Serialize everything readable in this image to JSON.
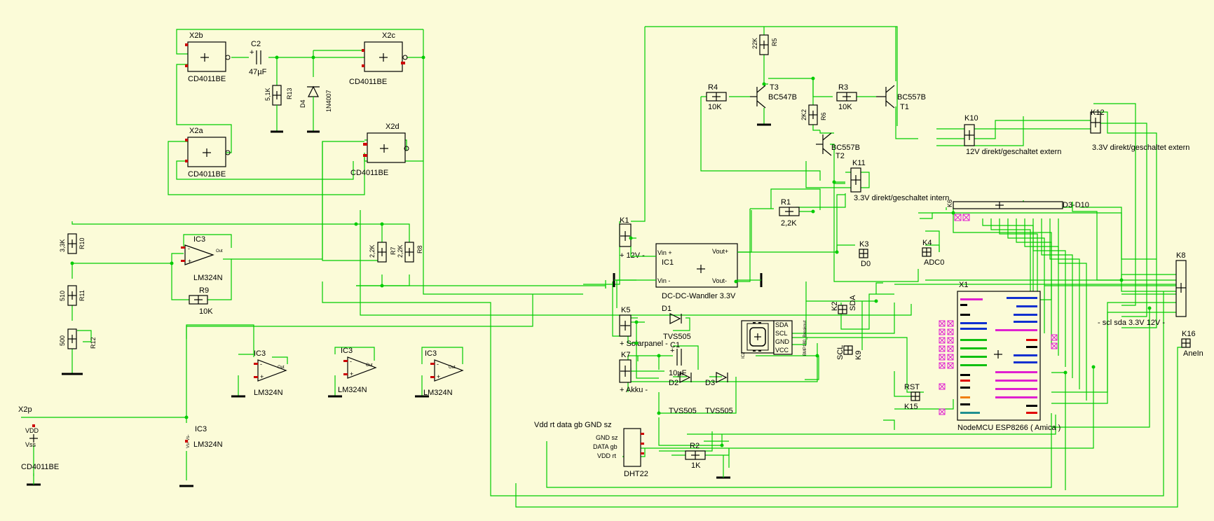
{
  "colors": {
    "background": "#fbfbd8",
    "wire": "#00cc00",
    "component": "#000000",
    "pin": "#cc0000",
    "magenta": "#e020d0",
    "blue": "#1030d0",
    "green": "#10c010",
    "orange": "#f08010",
    "teal": "#209090",
    "red": "#e00000"
  },
  "labels": {
    "x2b": "X2b",
    "x2b_type": "CD4011BE",
    "x2c": "X2c",
    "x2c_type": "CD4011BE",
    "x2a": "X2a",
    "x2a_type": "CD4011BE",
    "x2d": "X2d",
    "x2d_type": "CD4011BE",
    "c2": "C2",
    "c2_val": "47µF",
    "r13": "R13",
    "r13_val": "5,1K",
    "d4": "D4",
    "d4_val": "1N4007",
    "r10": "R10",
    "r10_val": "3,3K",
    "r11": "R11",
    "r11_val": "510",
    "r12": "R12",
    "r12_val": "500",
    "ic3_main": "IC3",
    "ic3_main_type": "LM324N",
    "r9": "R9",
    "r9_val": "10K",
    "r7": "R7",
    "r7_val": "2,2K",
    "r8": "R8",
    "r8_val": "2,2K",
    "ic3_a": "IC3",
    "ic3_a_type": "LM324N",
    "ic3_b": "IC3",
    "ic3_b_type": "LM324N",
    "ic3_c": "IC3",
    "ic3_c_type": "LM324N",
    "x2p": "X2p",
    "x2p_vdd": "VDD",
    "x2p_vss": "Vss",
    "x2p_type": "CD4011BE",
    "ic3_p": "IC3",
    "ic3_p_type": "LM324N",
    "ic3_p_vs": "Vs+Vs-",
    "r5": "R5",
    "r5_val": "22K",
    "r4": "R4",
    "r4_val": "10K",
    "t3": "T3",
    "t3_type": "BC547B",
    "r3": "R3",
    "r3_val": "10K",
    "t1": "T1",
    "t1_type": "BC557B",
    "r6": "R6",
    "r6_val": "2K2",
    "t2": "T2",
    "t2_type": "BC557B",
    "k10": "K10",
    "k10_desc": "12V direkt/geschaltet extern",
    "k12": "K12",
    "k12_desc": "3.3V direkt/geschaltet extern",
    "k11": "K11",
    "k11_desc": "3.3V direkt/geschaltet intern",
    "r1": "R1",
    "r1_val": "2,2K",
    "k1": "K1",
    "k1_desc": "+  12V  -",
    "ic1": "IC1",
    "ic1_type": "DC-DC-Wandler 3.3V",
    "ic1_vin_p": "Vin +",
    "ic1_vin_m": "Vin -",
    "ic1_vout_p": "Vout+",
    "ic1_vout_m": "Vout-",
    "k3": "K3",
    "k3_desc": "D0",
    "k4": "K4",
    "k4_desc": "ADC0",
    "k6": "K6",
    "k6_desc": "D3-D10",
    "k8": "K8",
    "k8_desc": "-  scl  sda  3.3V  12V  -",
    "k16": "K16",
    "k16_desc": "AneIn",
    "k5": "K5",
    "k5_desc": "+ Solarpanel -",
    "d1": "D1",
    "d1_val": "TVS505",
    "k2": "K2",
    "k2_desc": "SDA",
    "ic2": "IC2",
    "ic2_type": "BMP180_Breakout",
    "ic2_sda": "SDA",
    "ic2_scl": "SCL",
    "ic2_gnd": "GND",
    "ic2_vcc": "VCC",
    "k9": "K9",
    "k9_desc": "SCL",
    "x1": "X1",
    "x1_type": "NodeMCU ESP8266 ( Amica )",
    "c1": "C1",
    "c1_val": "10µF",
    "k7": "K7",
    "k7_desc": "+ Akku -",
    "d2": "D2",
    "d2_val": "TVS505",
    "d3": "D3",
    "d3_val": "TVS505",
    "rst": "RST",
    "k15": "K15",
    "dht_header": "Vdd rt    data gb    GND sz",
    "dht_gnd": "GND sz",
    "dht_data": "DATA gb",
    "dht_vdd": "VDD rt",
    "dht_type": "DHT22",
    "r2": "R2",
    "r2_val": "1K"
  }
}
